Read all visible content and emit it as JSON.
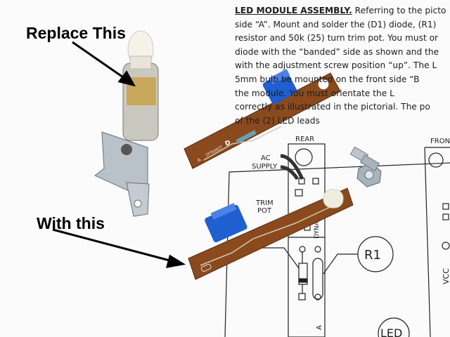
{
  "document": {
    "heading": "LED MODULE ASSEMBLY.",
    "lines": [
      " Referring  to the picto",
      "side “A”.  Mount and solder the (D1) diode, (R1)",
      "resistor and 50k (25) turn trim pot.  You must or",
      "diode with the “banded” side as shown and the",
      "with the adjustment screw position “up”.  The L",
      "5mm bulb be mounted on the front side “B",
      "the module.  You must orientate the L",
      "correctly as illustrated in the pictorial.  The po",
      "of the (2) LED leads"
    ]
  },
  "diagram": {
    "rear": "REAR",
    "front": "FRONT",
    "ac_supply_1": "AC",
    "ac_supply_2": "SUPPLY",
    "trim_1": "TRIM",
    "trim_2": "POT",
    "dynakit": "DYNAKIT",
    "r1": "R1",
    "led": "LED",
    "side_a": "A",
    "vcc": "VCC"
  },
  "pcb": {
    "label": "DYNAKIT",
    "mark": "D",
    "side": "A"
  },
  "callouts": {
    "replace": "Replace This",
    "with": "With this"
  },
  "colors": {
    "pcb": "#8a4a1e",
    "trim_pot": "#1f5fd0",
    "paper": "#fbfbfb"
  }
}
